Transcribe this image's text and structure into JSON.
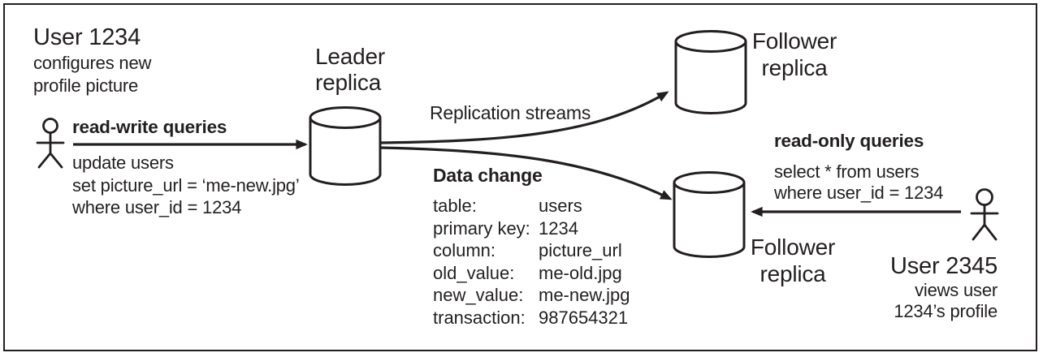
{
  "colors": {
    "ink": "#231f20",
    "background": "#ffffff"
  },
  "left_user": {
    "title": "User 1234",
    "line1": "configures new",
    "line2": "profile picture"
  },
  "read_write": {
    "label": "read-write queries",
    "query_line1": "update users",
    "query_line2": "set picture_url = ‘me-new.jpg’",
    "query_line3": "where user_id = 1234"
  },
  "leader": {
    "line1": "Leader",
    "line2": "replica"
  },
  "replication": {
    "label": "Replication streams"
  },
  "data_change": {
    "title": "Data change",
    "rows": [
      {
        "label": "table:",
        "value": "users"
      },
      {
        "label": "primary key:",
        "value": "1234"
      },
      {
        "label": "column:",
        "value": "picture_url"
      },
      {
        "label": "old_value:",
        "value": "me-old.jpg"
      },
      {
        "label": "new_value:",
        "value": "me-new.jpg"
      },
      {
        "label": "transaction:",
        "value": "987654321"
      }
    ]
  },
  "follower_top": {
    "line1": "Follower",
    "line2": "replica"
  },
  "follower_bottom": {
    "line1": "Follower",
    "line2": "replica"
  },
  "read_only": {
    "label": "read-only queries",
    "query_line1": "select * from users",
    "query_line2": "where user_id = 1234"
  },
  "right_user": {
    "title": "User 2345",
    "line1": "views user",
    "line2": "1234’s profile"
  },
  "icons": {
    "left_user": "stick-figure-icon",
    "right_user": "stick-figure-icon",
    "leader_db": "database-cylinder-icon",
    "follower_top_db": "database-cylinder-icon",
    "follower_bottom_db": "database-cylinder-icon",
    "arrows": "solid-arrowhead"
  }
}
